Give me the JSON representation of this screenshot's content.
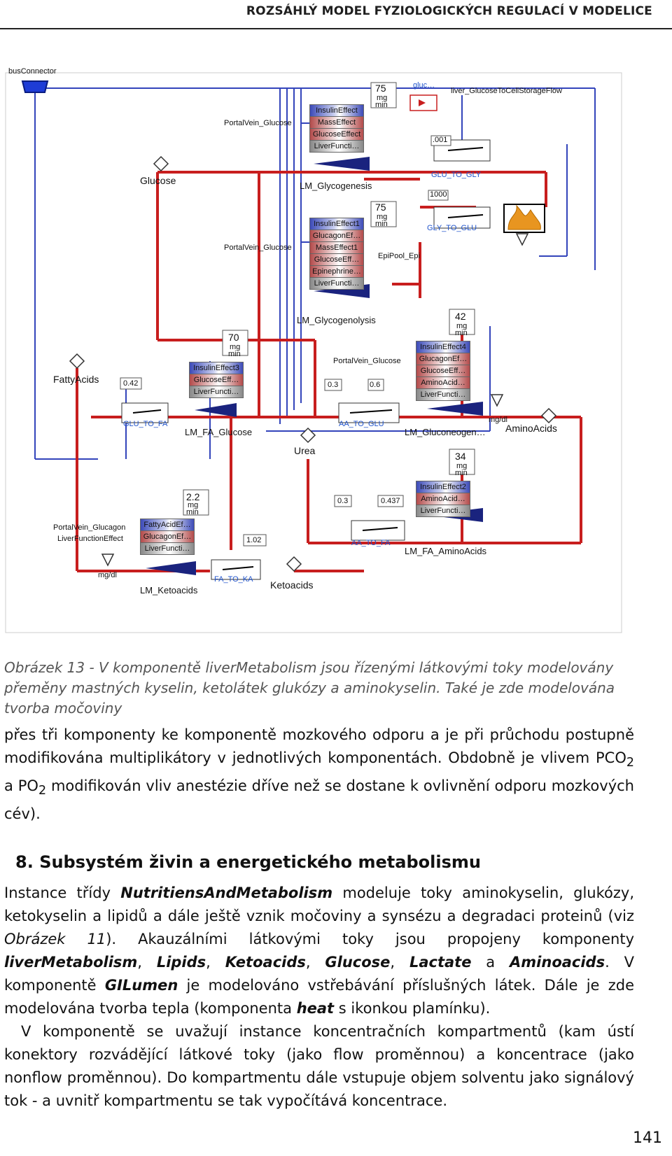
{
  "header": {
    "title": "ROZSÁHLÝ MODEL FYZIOLOGICKÝCH REGULACÍ V MODELICE"
  },
  "diagram": {
    "bus_connector": "busConnector",
    "glucose": "Glucose",
    "fatty_acids": "FattyAcids",
    "urea": "Urea",
    "ketoacids": "Ketoacids",
    "amino_acids": "AminoAcids",
    "portal_vein_glucose_1": "PortalVein_Glucose",
    "portal_vein_glucose_2": "PortalVein_Glucose",
    "portal_vein_glucose_3": "PortalVein_Glucose",
    "portal_vein_glucagon": "PortalVein_Glucagon",
    "liver_function_effect": "LiverFunctionEffect",
    "gluc_short": "gluc…",
    "liver_storage_flow": "liver_GlucoseToCellStorageFlow",
    "epipool": "EpiPool_Epi",
    "lm_glycogenesis": "LM_Glycogenesis",
    "lm_glycogenolysis": "LM_Glycogenolysis",
    "lm_fa_glucose": "LM_FA_Glucose",
    "lm_gluconeogen": "LM_Gluconeogen…",
    "lm_fa_aminoacids": "LM_FA_AminoAcids",
    "lm_ketoacids": "LM_Ketoacids",
    "glu_to_gly": "GLU_TO_GLY",
    "gly_to_glu": "GLY_TO_GLU",
    "glu_to_fa": "GLU_TO_FA",
    "aa_to_glu": "AA_TO_GLU",
    "aa_to_fa": "AA_TO_FA",
    "fa_to_ka": "FA_TO_KA",
    "mgdl_1": "mg/dl",
    "mgdl_2": "mg/dl",
    "unit_mg": "mg",
    "unit_min": "min",
    "const_75a": "75",
    "const_75b": "75",
    "const_70": "70",
    "const_42": "42",
    "const_34": "34",
    "const_22": "2.2",
    "val_001": ".001",
    "val_1000": "1000",
    "val_042": "0.42",
    "val_03a": "0.3",
    "val_06": "0.6",
    "val_03b": "0.3",
    "val_0437": "0.437",
    "val_102": "1.02",
    "blocks": {
      "glycogenesis": [
        "InsulinEffect",
        "MassEffect",
        "GlucoseEffect",
        "LiverFuncti…"
      ],
      "glycogenolysis": [
        "InsulinEffect1",
        "GlucagonEf…",
        "MassEffect1",
        "GlucoseEff…",
        "Epinephrine…",
        "LiverFuncti…"
      ],
      "fa_glucose": [
        "InsulinEffect3",
        "GlucoseEff…",
        "LiverFuncti…"
      ],
      "gluconeogen": [
        "InsulinEffect4",
        "GlucagonEf…",
        "GlucoseEff…",
        "AminoAcid…",
        "LiverFuncti…"
      ],
      "fa_aminoacids": [
        "InsulinEffect2",
        "AminoAcid…",
        "LiverFuncti…"
      ],
      "ketoacids": [
        "FattyAcidEf…",
        "GlucagonEf…",
        "LiverFuncti…"
      ]
    }
  },
  "caption": "Obrázek 13 - V komponentě liverMetabolism jsou řízenými látkovými toky modelovány přeměny mastných kyselin, ketolátek glukózy a aminokyselin. Také je zde modelována tvorba močoviny",
  "para1": {
    "a": "přes tři komponenty ke komponentě mozkového odporu a je při průchodu postupně modifikována multiplikátory v jednotlivých komponentách. Obdobně je vlivem PCO",
    "sub1": "2",
    "b": " a PO",
    "sub2": "2",
    "c": " modifikován vliv anestézie dříve než se dostane k ovlivnění odporu mozkových cév)."
  },
  "section": {
    "number": "8.",
    "title": "Subsystém živin a energetického metabolismu"
  },
  "para2": {
    "t1": "Instance třídy ",
    "b1": "NutritiensAndMetabolism",
    "t2": " modeluje toky aminokyselin, glukózy, ketokyselin a lipidů a dále ještě vznik močoviny a synsézu a degradaci proteinů (viz ",
    "i1": "Obrázek 11",
    "t3": "). Akauzálními látkovými toky jsou propojeny komponenty ",
    "b2": "liverMetabolism",
    "t4": ", ",
    "b3": "Lipids",
    "t5": ", ",
    "b4": "Ketoacids",
    "t6": ", ",
    "b5": "Glucose",
    "t7": ", ",
    "b6": "Lactate",
    "t8": " a ",
    "b7": "Aminoacids",
    "t9": ". V komponentě ",
    "b8": "GILumen",
    "t10": " je modelováno vstřebávání příslušných látek. Dále je zde modelována tvorba tepla (komponenta ",
    "b9": "heat",
    "t11": " s ikonkou plamínku)."
  },
  "para3": "V komponentě se uvažují instance koncentračních kompartmentů (kam ústí konektory rozvádějící látkové toky (jako flow proměnnou) a koncentrace (jako nonflow proměnnou). Do kompartmentu dále vstupuje objem solventu jako signálový tok - a uvnitř kompartmentu se tak vypočítává koncentrace.",
  "page_number": "141"
}
